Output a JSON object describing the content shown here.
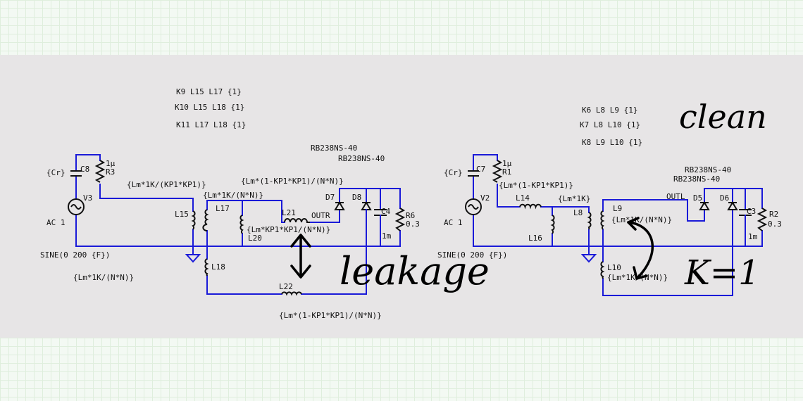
{
  "left_circuit": {
    "coupling": [
      "K9 L15 L17 {1}",
      "K10  L15 L18 {1}",
      "K11 L17 L18  {1}"
    ],
    "diode_models": [
      "RB238NS-40",
      "RB238NS-40"
    ],
    "c8": "C8",
    "cr": "{Cr}",
    "r3_val": "1μ",
    "r3": "R3",
    "v3": "V3",
    "ac": "AC 1",
    "sine": "SINE(0 200 {F})",
    "l15_expr": "{Lm*1K/(KP1*KP1)}",
    "l15": "L15",
    "l17": "L17",
    "l17_expr": "{Lm*1K/(N*N)}",
    "l18": "L18",
    "l18_expr": "{Lm*1K/(N*N)}",
    "l20": "L20",
    "l20_expr": "{Lm*KP1*KP1/(N*N)}",
    "l21": "L21",
    "l21_expr": "{Lm*(1-KP1*KP1)/(N*N)}",
    "outr": "OUTR",
    "d7": "D7",
    "d8": "D8",
    "c4": "C4",
    "c4_val": "1m",
    "r6": "R6",
    "r6_val": "0.3",
    "l22": "L22",
    "l22_expr": "{Lm*(1-KP1*KP1)/(N*N)}"
  },
  "right_circuit": {
    "coupling": [
      "K6 L8 L9  {1}",
      "K7  L8 L10 {1}",
      "K8  L9 L10  {1}"
    ],
    "diode_models": [
      "RB238NS-40",
      "RB238NS-40"
    ],
    "c7": "C7",
    "cr": "{Cr}",
    "r1_val": "1μ",
    "r1": "R1",
    "v2": "V2",
    "ac": "AC 1",
    "sine": "SINE(0 200 {F})",
    "r1_expr": "{Lm*(1-KP1*KP1)}",
    "l14": "L14",
    "l8_expr": "{Lm*1K}",
    "l16": "L16",
    "l8": "L8",
    "l9": "L9",
    "l9_expr": "{Lm*1K/(N*N)}",
    "l10": "L10",
    "l10_expr": "{Lm*1K/(N*N)}",
    "outl": "OUTL",
    "d5": "D5",
    "d6": "D6",
    "c3": "C3",
    "c3_val": "1m",
    "r2": "R2",
    "r2_val": "0.3"
  },
  "annotations": {
    "leakage": "leakage",
    "clean": "clean",
    "k_equals_1": "K=1"
  }
}
